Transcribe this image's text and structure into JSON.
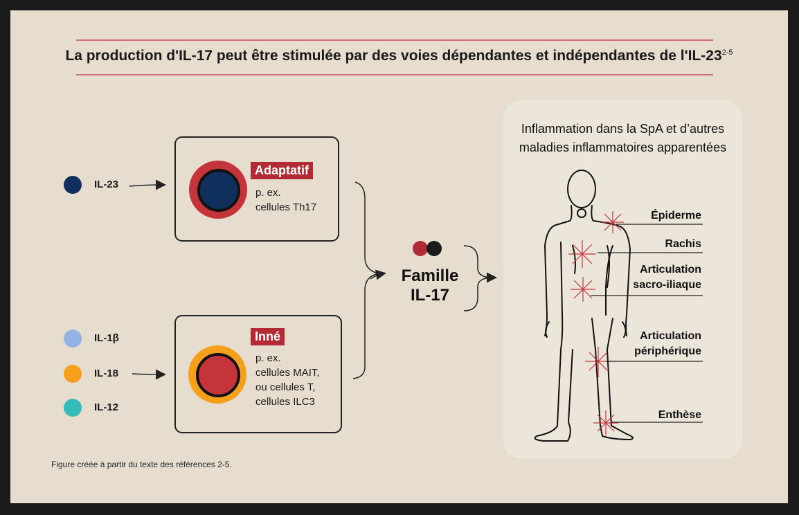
{
  "title": "La production d'IL-17 peut être stimulée par des voies dépendantes et indépendantes de l'IL-23",
  "title_sup": "2-5",
  "inputs": {
    "il23": "IL-23",
    "il1b": "IL-1β",
    "il18": "IL-18",
    "il12": "IL-12"
  },
  "adaptive": {
    "tag": "Adaptatif",
    "line1": "p. ex.",
    "line2": "cellules Th17"
  },
  "innate": {
    "tag": "Inné",
    "line1": "p. ex.",
    "line2": "cellules MAIT,",
    "line3": "ou cellules T,",
    "line4": "cellules ILC3"
  },
  "family": {
    "line1": "Famille",
    "line2": "IL-17"
  },
  "inflammation": {
    "line1": "Inflammation dans la SpA et d’autres",
    "line2": "maladies inflammatoires apparentées"
  },
  "sites": {
    "epiderme": "Épiderme",
    "rachis": "Rachis",
    "sacro1": "Articulation",
    "sacro2": "sacro-iliaque",
    "periph1": "Articulation",
    "periph2": "périphérique",
    "enthese": "Enthèse"
  },
  "footnote": "Figure créée à partir du texte des références 2-5.",
  "colors": {
    "red": "#b22a33",
    "navy": "#0f2f5c",
    "light_blue": "#93b3e3",
    "orange": "#f4a01c",
    "teal": "#35bcba"
  }
}
